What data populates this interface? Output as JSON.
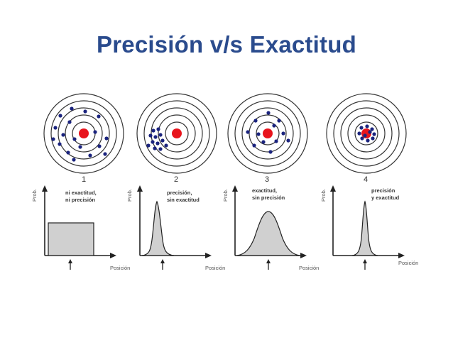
{
  "title": "Precisión v/s Exactitud",
  "colors": {
    "title": "#2a4b8d",
    "center": "#e8141c",
    "dot": "#1a237e",
    "fill": "#d0d0d0",
    "line": "#222222"
  },
  "panels": [
    {
      "number": "1",
      "caption": [
        "ni exactitud,",
        "ni precisión"
      ],
      "ylabel": "Prob.",
      "xlabel": "Posición",
      "distribution": "uniform"
    },
    {
      "number": "2",
      "caption": [
        "precisión,",
        "sin exactitud"
      ],
      "ylabel": "Prob.",
      "xlabel": "Posición",
      "distribution": "narrow-offset"
    },
    {
      "number": "3",
      "caption": [
        "exactitud,",
        "sin precisión"
      ],
      "ylabel": "Prob.",
      "xlabel": "Posición",
      "distribution": "wide-centered"
    },
    {
      "number": "4",
      "caption": [
        "precisión",
        "y exactitud"
      ],
      "ylabel": "Prob.",
      "xlabel": "Posición",
      "distribution": "narrow-centered"
    }
  ]
}
